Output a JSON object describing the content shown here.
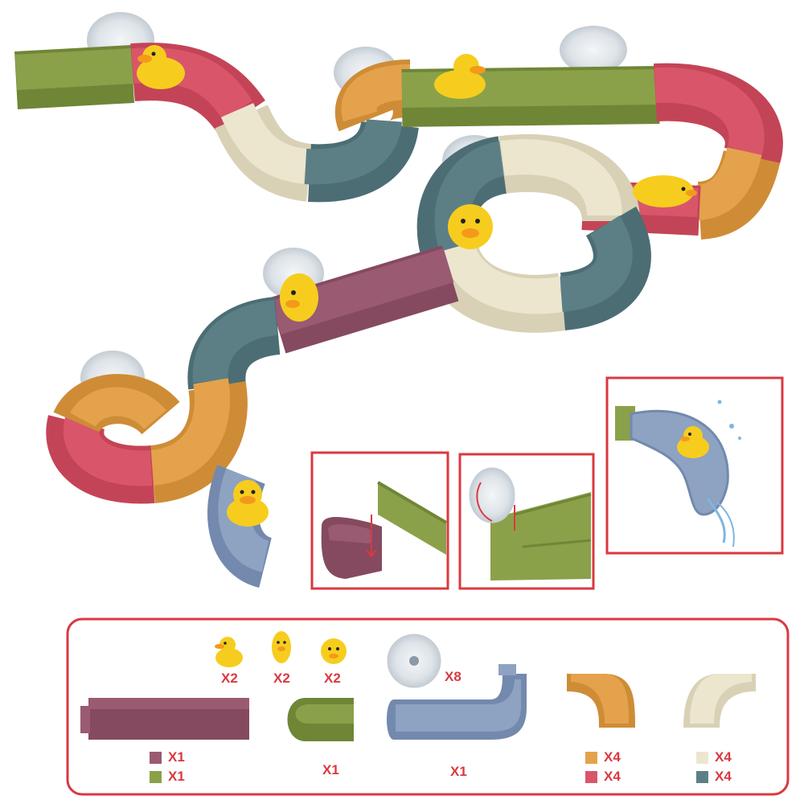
{
  "colors": {
    "green": "#8aa14a",
    "green_dark": "#6f8636",
    "red": "#d9566a",
    "cream": "#ece6cf",
    "teal": "#5c7f86",
    "orange": "#e4a24c",
    "plum": "#9a5a72",
    "blue": "#8ea2c2",
    "duck": "#f6cd1e",
    "frame": "#d9393f",
    "qty_text": "#d9393f"
  },
  "parts": {
    "duck_a_qty": "X2",
    "duck_b_qty": "X2",
    "duck_c_qty": "X2",
    "suction_cup_qty": "X8",
    "straight_track": [
      {
        "color": "plum",
        "qty": "X1"
      },
      {
        "color": "green",
        "qty": "X1"
      }
    ],
    "end_cap_qty": "X1",
    "slide_qty": "X1",
    "curve_warm": [
      {
        "color": "orange",
        "qty": "X4"
      },
      {
        "color": "red",
        "qty": "X4"
      }
    ],
    "curve_cool": [
      {
        "color": "cream",
        "qty": "X4"
      },
      {
        "color": "teal",
        "qty": "X4"
      }
    ]
  },
  "icons": [
    "duck-icon",
    "suction-cup-icon",
    "track-piece-icon"
  ]
}
